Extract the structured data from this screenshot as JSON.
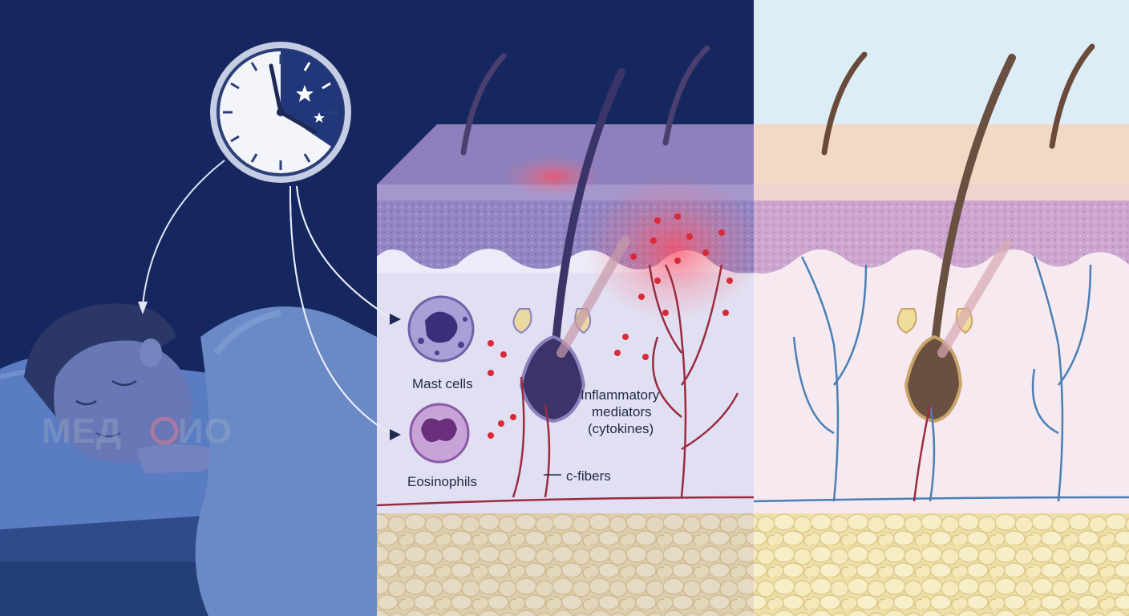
{
  "labels": {
    "mast_cells": "Mast cells",
    "eosinophils": "Eosinophils",
    "inflammatory_line1": "Inflammatory",
    "inflammatory_line2": "mediators",
    "inflammatory_line3": "(cytokines)",
    "c_fibers": "c-fibers"
  },
  "watermark": {
    "part1": "МЕД",
    "part2": "ИО"
  },
  "colors": {
    "night_bg": "#16275f",
    "day_bg": "#dcedf6",
    "nerve_red": "#9b2b40",
    "nerve_blue": "#4a7fb5",
    "inflammation": "#e23a4a",
    "fat": "#f2e6b4",
    "epidermis_night": "#9a8cc4",
    "epidermis_day": "#cfa9cf"
  }
}
